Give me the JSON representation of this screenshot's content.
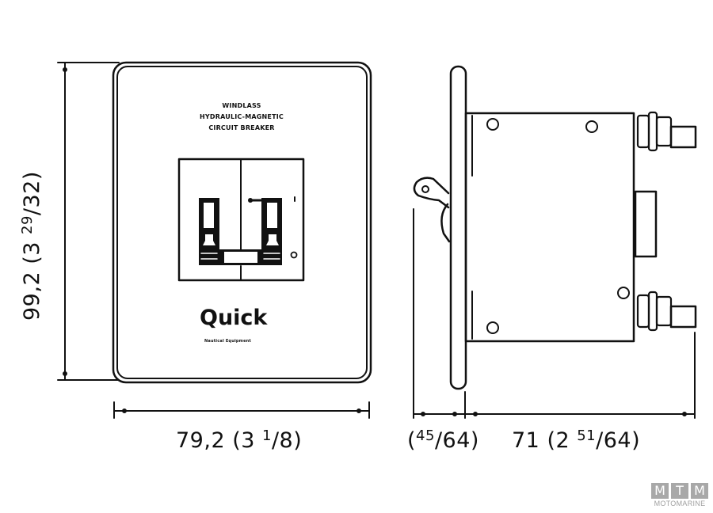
{
  "diagram": {
    "type": "technical-drawing",
    "subject": "Windlass hydraulic-magnetic circuit breaker (front and side view)",
    "front_view": {
      "label_lines": [
        "WINDLASS",
        "HYDRAULIC-MAGNETIC",
        "CIRCUIT BREAKER"
      ],
      "logo": {
        "text": "Quick",
        "subtitle": "Nautical Equipment"
      },
      "switch_marks": {
        "on": "I",
        "off": "O"
      }
    },
    "dimensions": {
      "height": {
        "main": "99,2 (3 ",
        "sup": "29",
        "rest": "/32)"
      },
      "width": {
        "main": "79,2 (3 ",
        "sup": "1",
        "rest": "/8)"
      },
      "flange_depth": {
        "main": "(",
        "sup": "45",
        "rest": "/64)"
      },
      "body_depth": {
        "main": "71 (2 ",
        "sup": "51",
        "rest": "/64)"
      }
    },
    "colors": {
      "line": "#111111",
      "background": "#ffffff",
      "watermark": "#a8a8a8"
    }
  },
  "watermark": {
    "letters": [
      "M",
      "T",
      "M"
    ],
    "text": "MOTOMARINE"
  }
}
